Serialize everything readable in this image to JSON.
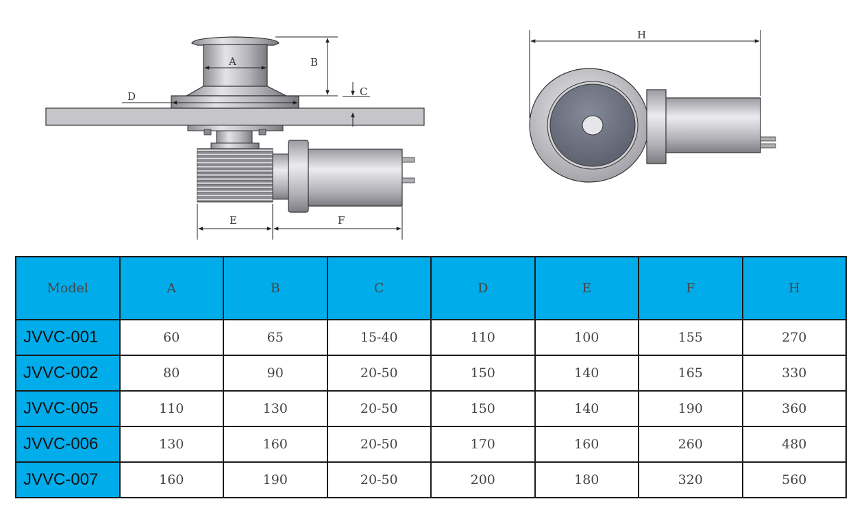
{
  "diagram": {
    "dimension_labels": {
      "A": "A",
      "B": "B",
      "C": "C",
      "D": "D",
      "E": "E",
      "F": "F",
      "H": "H"
    },
    "colors": {
      "metal_light": "#d8d8dc",
      "metal_mid": "#a9a9ae",
      "metal_dark": "#6f6f76",
      "deck": "#c4c4c8",
      "drum_face": "#6f7381",
      "line": "#222222"
    }
  },
  "table": {
    "header_color": "#00acea",
    "columns": [
      "Model",
      "A",
      "B",
      "C",
      "D",
      "E",
      "F",
      "H"
    ],
    "rows": [
      {
        "model": "JVVC-001",
        "values": [
          "60",
          "65",
          "15-40",
          "110",
          "100",
          "155",
          "270"
        ]
      },
      {
        "model": "JVVC-002",
        "values": [
          "80",
          "90",
          "20-50",
          "150",
          "140",
          "165",
          "330"
        ]
      },
      {
        "model": "JVVC-005",
        "values": [
          "110",
          "130",
          "20-50",
          "150",
          "140",
          "190",
          "360"
        ]
      },
      {
        "model": "JVVC-006",
        "values": [
          "130",
          "160",
          "20-50",
          "170",
          "160",
          "260",
          "480"
        ]
      },
      {
        "model": "JVVC-007",
        "values": [
          "160",
          "190",
          "20-50",
          "200",
          "180",
          "320",
          "560"
        ]
      }
    ]
  }
}
